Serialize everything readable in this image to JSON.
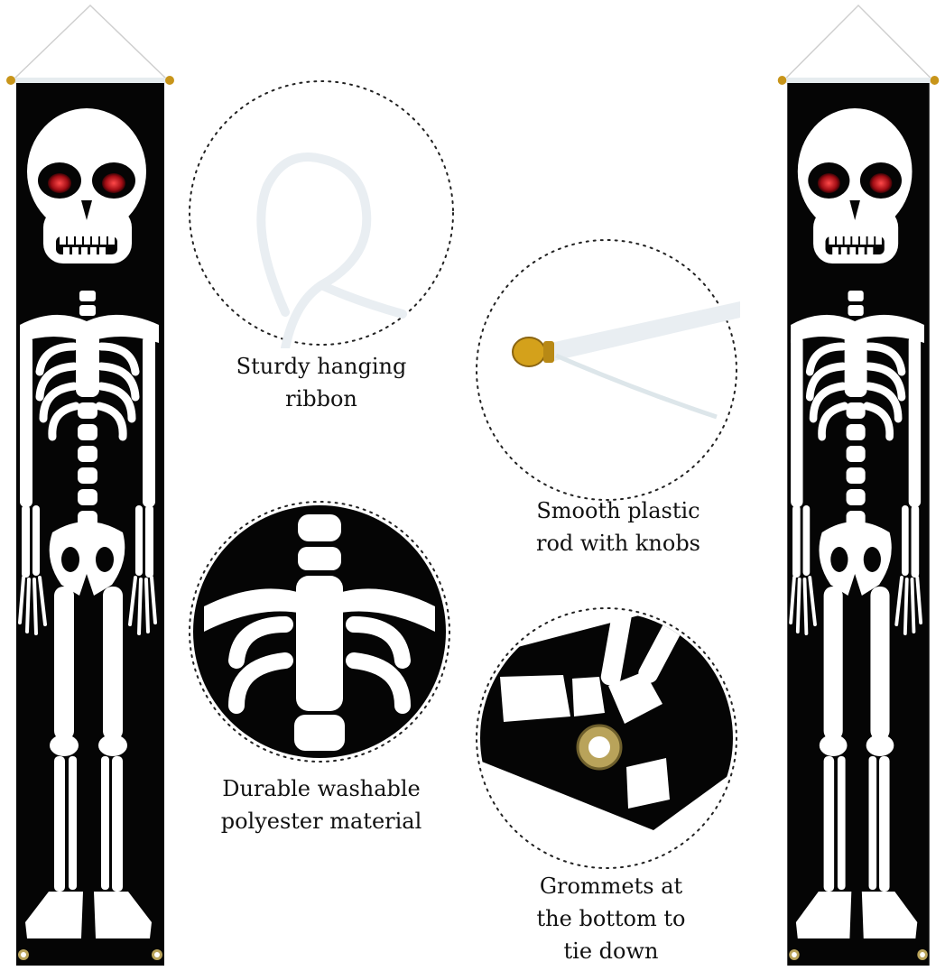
{
  "colors": {
    "banner_bg": "#050505",
    "bone": "#ffffff",
    "eye": "#b0121a",
    "rope": "#e9eef2",
    "knob": "#d4a11b",
    "grommet": "#b9a35a",
    "dotted_border": "#222222"
  },
  "captions": {
    "ribbon": [
      "Sturdy hanging",
      "ribbon"
    ],
    "rod": [
      "Smooth plastic",
      "rod with knobs"
    ],
    "material": [
      "Durable washable",
      "polyester material"
    ],
    "grommets": [
      "Grommets at",
      "the bottom to",
      "tie down"
    ]
  },
  "icons": {
    "left_banner": "skeleton-banner-icon",
    "right_banner": "skeleton-banner-icon",
    "ribbon_detail": "rope-loop-icon",
    "rod_detail": "rod-knob-icon",
    "material_detail": "ribcage-closeup-icon",
    "grommet_detail": "grommet-closeup-icon"
  }
}
